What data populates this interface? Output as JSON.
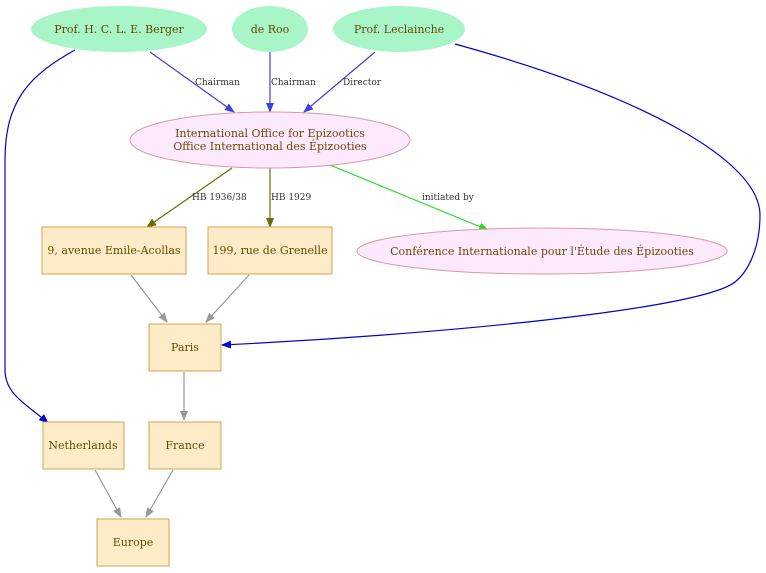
{
  "colors": {
    "person_fill": "#a8f5c8",
    "org_fill": "#fde9fd",
    "org_stroke": "#d89aa0",
    "place_fill": "#feecc8",
    "place_stroke": "#d8a050",
    "text": "#6b4a00",
    "edge_blue": "#4040e0",
    "edge_darkblue": "#0000d0",
    "edge_olive": "#6b6b00",
    "edge_green": "#22dd22",
    "edge_gray": "#999999"
  },
  "nodes": {
    "berger": "Prof. H. C. L. E. Berger",
    "deroo": "de Roo",
    "leclainche": "Prof. Leclainche",
    "oie_line1": "International Office for Epizootics",
    "oie_line2": "Office International des Épizooties",
    "acollas": "9, avenue Emile-Acollas",
    "grenelle": "199, rue de Grenelle",
    "conference": "Conférence Internationale pour l'Étude des Épizooties",
    "paris": "Paris",
    "netherlands": "Netherlands",
    "france": "France",
    "europe": "Europe"
  },
  "edge_labels": {
    "berger_chairman": "Chairman",
    "deroo_chairman": "Chairman",
    "leclainche_director": "Director",
    "hb1936": "HB 1936/38",
    "hb1929": "HB 1929",
    "initiated_by": "initiated by"
  }
}
